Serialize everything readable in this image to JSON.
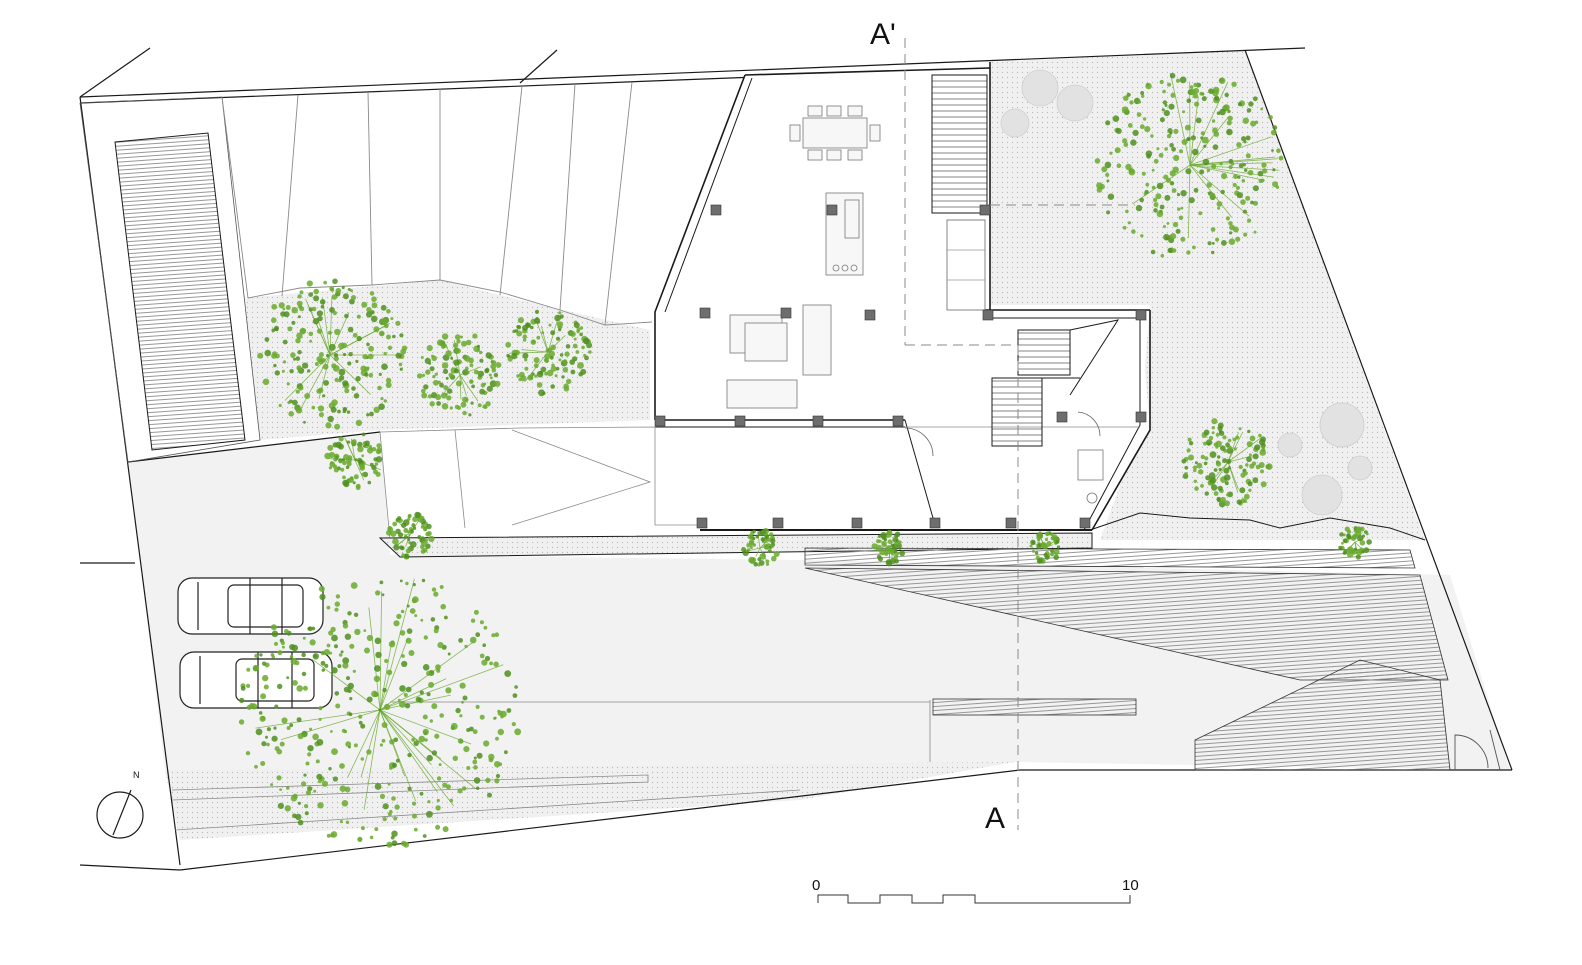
{
  "section": {
    "top_label": "A'",
    "bottom_label": "A"
  },
  "north": {
    "label": "N"
  },
  "scale_bar": {
    "start_label": "0",
    "end_label": "10"
  },
  "colors": {
    "line": "#1a1a1a",
    "thin_line": "#8a8a8a",
    "ground_fill": "#eeeeee",
    "pavement_fill": "#f3f3f3",
    "hatch": "#9a9a9a",
    "furniture_fill": "#f7f7f7",
    "column": "#6e6e6e",
    "tree_foliage": "#6aaa2e",
    "tree_foliage_dark": "#4f8f1f"
  }
}
